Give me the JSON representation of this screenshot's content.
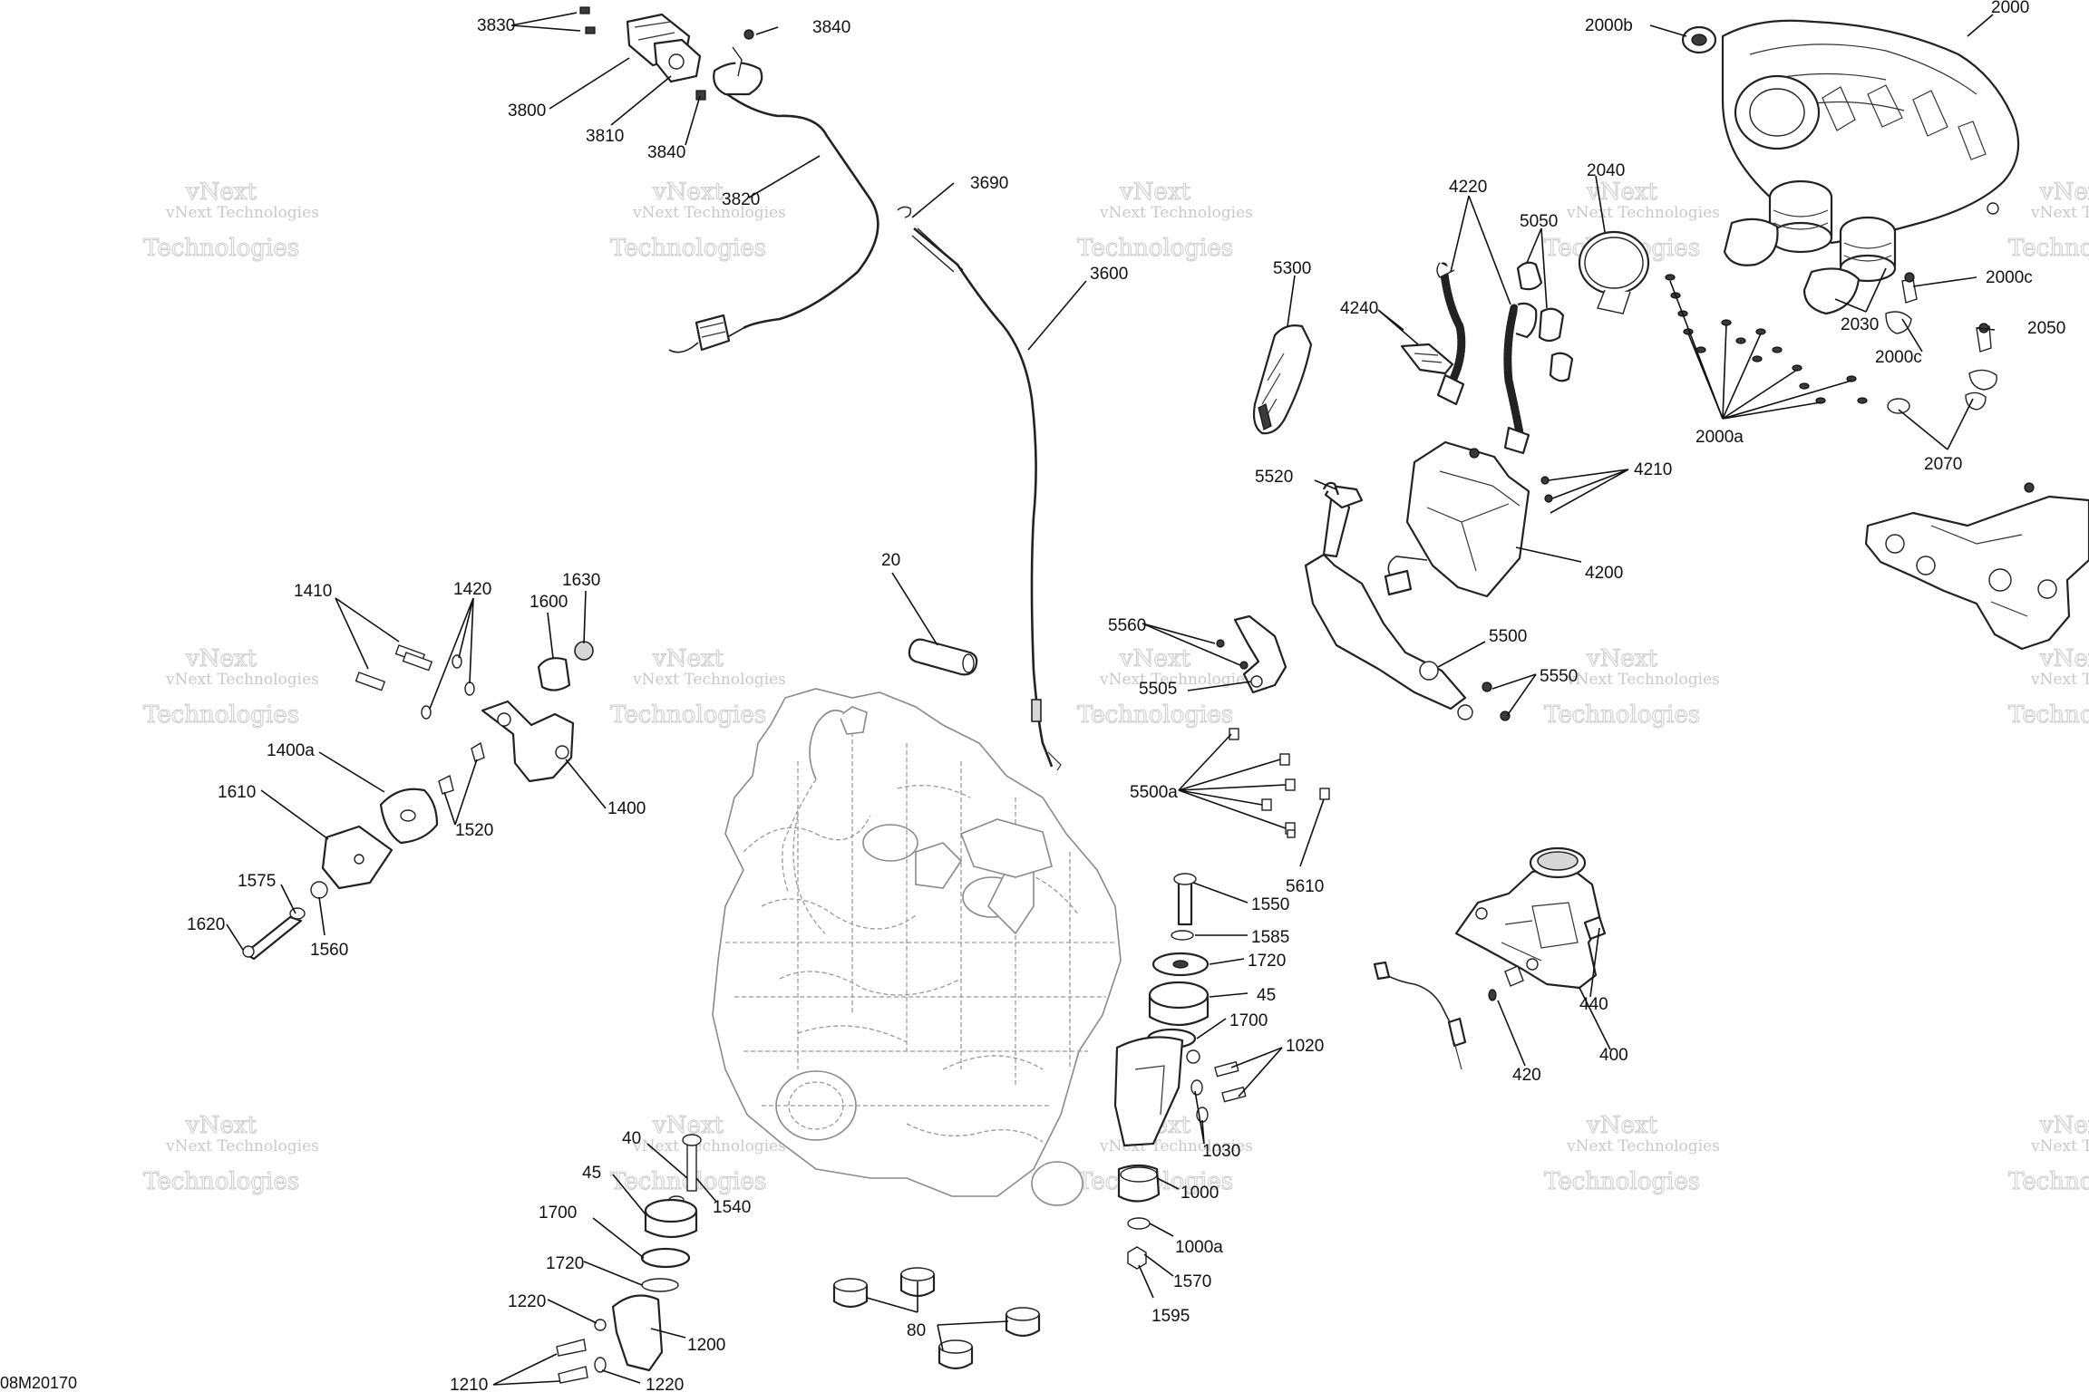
{
  "diagram": {
    "reference_code": "08M20170",
    "watermark": {
      "line1": "vNext Technologies",
      "line2": "Technologies",
      "mark": "vNext"
    },
    "callouts": [
      "3830",
      "3840",
      "3800",
      "3810",
      "3840",
      "3820",
      "3690",
      "3600",
      "2000b",
      "2000",
      "2040",
      "4220",
      "5050",
      "5300",
      "4240",
      "2000c",
      "2030",
      "2050",
      "2000c",
      "2000a",
      "2070",
      "4210",
      "5520",
      "4200",
      "20",
      "1410",
      "1420",
      "1630",
      "1600",
      "5560",
      "5500",
      "5550",
      "5505",
      "1400a",
      "1520",
      "1400",
      "1610",
      "5500a",
      "5610",
      "1575",
      "1620",
      "1560",
      "1550",
      "1585",
      "1720",
      "45",
      "1700",
      "1020",
      "440",
      "420",
      "400",
      "1030",
      "40",
      "45",
      "1540",
      "1000",
      "1700",
      "1000a",
      "1720",
      "1570",
      "1220",
      "1595",
      "80",
      "1210",
      "1200",
      "1220"
    ]
  }
}
